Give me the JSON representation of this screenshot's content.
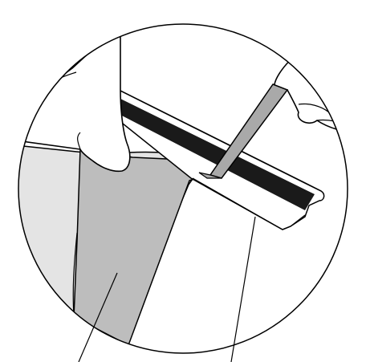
{
  "illustration": {
    "style": "line-art",
    "colors": {
      "outline": "#000000",
      "background": "#ffffff",
      "panel_light": "#e4e4e4",
      "panel_medium": "#bdbdbd",
      "blade_gray": "#a9a9a9",
      "gasket_black": "#1a1a1a",
      "strip_white": "#ffffff"
    },
    "parts": [
      {
        "name": "magnified-circle-frame"
      },
      {
        "name": "left-hand-holding-sheet"
      },
      {
        "name": "right-hand-holding-knife"
      },
      {
        "name": "gray-film-sheet"
      },
      {
        "name": "straight-edge-strip"
      },
      {
        "name": "utility-knife-blade"
      }
    ],
    "leader_lines": 2,
    "labels": []
  }
}
